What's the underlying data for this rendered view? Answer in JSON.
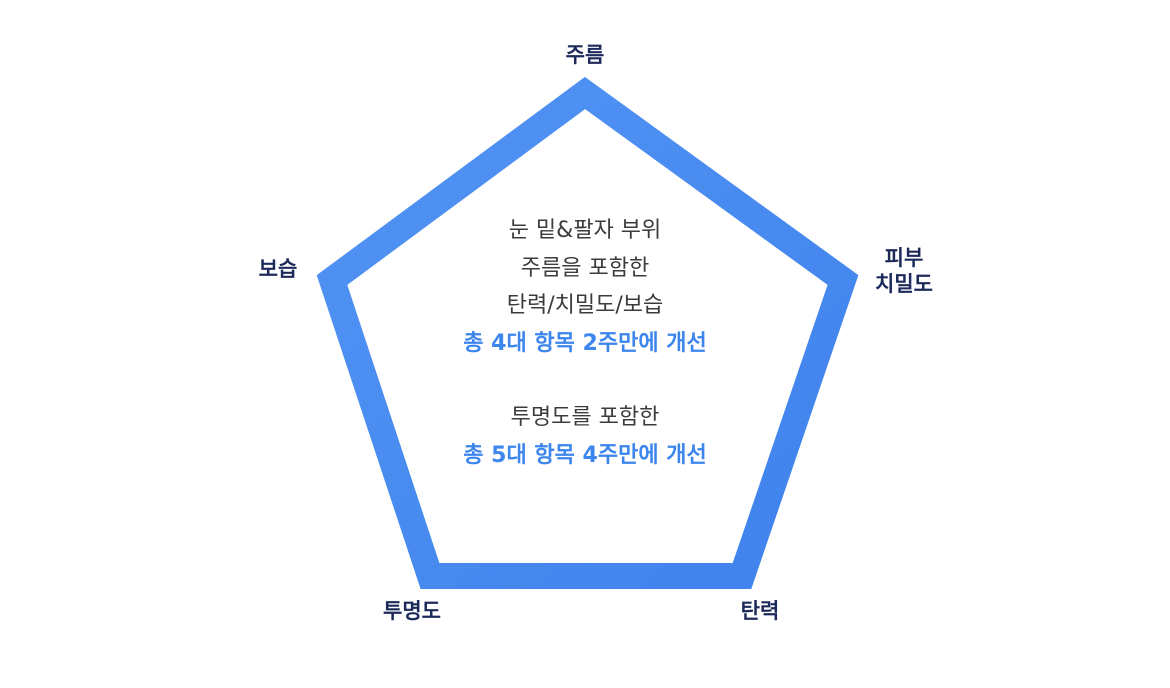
{
  "vertices": {
    "top": "주름",
    "right": [
      "피부",
      "치밀도"
    ],
    "bottom_right": "탄력",
    "bottom_left": "투명도",
    "left": "보습"
  },
  "center": {
    "group1": [
      "눈 밑&팔자 부위",
      "주름을 포함한",
      "탄력/치밀도/보습"
    ],
    "group1_highlight": "총 4대 항목 2주만에 개선",
    "group2": [
      "투명도를 포함한"
    ],
    "group2_highlight": "총 5대 항목 4주만에 개선"
  },
  "colors": {
    "pentagon_stroke": "#4a8cf0",
    "label": "#1c2a5a",
    "highlight": "#3d86ee",
    "body_text": "#3c3c3c"
  }
}
